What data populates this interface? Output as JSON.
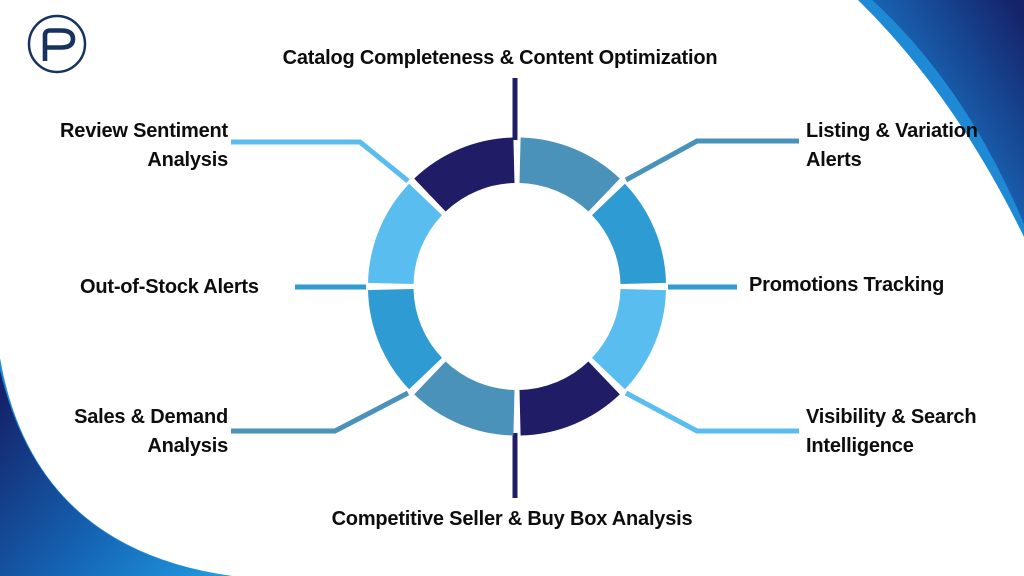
{
  "colors": {
    "navy": "#201c66",
    "steel": "#4a92ba",
    "medium": "#2e9bd3",
    "light": "#59bdef",
    "text": "#0d0d0d",
    "logo": "#16335f",
    "corner_bright": "#1a7fd2",
    "corner_dark": "#15236a",
    "corner_mid": "#1566b6",
    "corner_tip": "#23a0e6",
    "corner_edge": "#1e8ad6",
    "background": "#ffffff"
  },
  "logo": {
    "letter": "P"
  },
  "donut": {
    "type": "ring-infographic",
    "segment_count": 8,
    "segment_sweep_degrees": 45,
    "segments": [
      {
        "arc": "12:00-1:30",
        "color": "steel"
      },
      {
        "arc": "1:30-3:00",
        "color": "medium"
      },
      {
        "arc": "3:00-4:30",
        "color": "light"
      },
      {
        "arc": "4:30-6:00",
        "color": "navy"
      },
      {
        "arc": "6:00-7:30",
        "color": "steel"
      },
      {
        "arc": "7:30-9:00",
        "color": "medium"
      },
      {
        "arc": "9:00-10:30",
        "color": "light"
      },
      {
        "arc": "10:30-12:00",
        "color": "navy"
      }
    ]
  },
  "features": [
    {
      "id": "catalog",
      "position": "top",
      "connector_color": "navy",
      "label": "Catalog Completeness & Content Optimization"
    },
    {
      "id": "listing",
      "position": "top-right",
      "connector_color": "steel",
      "label": "Listing & Variation Alerts",
      "lines": [
        "Listing & Variation",
        "Alerts"
      ]
    },
    {
      "id": "promotions",
      "position": "right",
      "connector_color": "medium",
      "label": "Promotions Tracking"
    },
    {
      "id": "visibility",
      "position": "bottom-right",
      "connector_color": "light",
      "label": "Visibility & Search Intelligence",
      "lines": [
        "Visibility & Search",
        "Intelligence"
      ]
    },
    {
      "id": "competitive",
      "position": "bottom",
      "connector_color": "navy",
      "label": "Competitive Seller & Buy Box Analysis"
    },
    {
      "id": "sales",
      "position": "bottom-left",
      "connector_color": "steel",
      "label": "Sales & Demand Analysis",
      "lines": [
        "Sales & Demand",
        "Analysis"
      ]
    },
    {
      "id": "out_of_stock",
      "position": "left",
      "connector_color": "medium",
      "label": "Out-of-Stock Alerts"
    },
    {
      "id": "review",
      "position": "top-left",
      "connector_color": "light",
      "label": "Review Sentiment Analysis",
      "lines": [
        "Review Sentiment",
        "Analysis"
      ]
    }
  ]
}
